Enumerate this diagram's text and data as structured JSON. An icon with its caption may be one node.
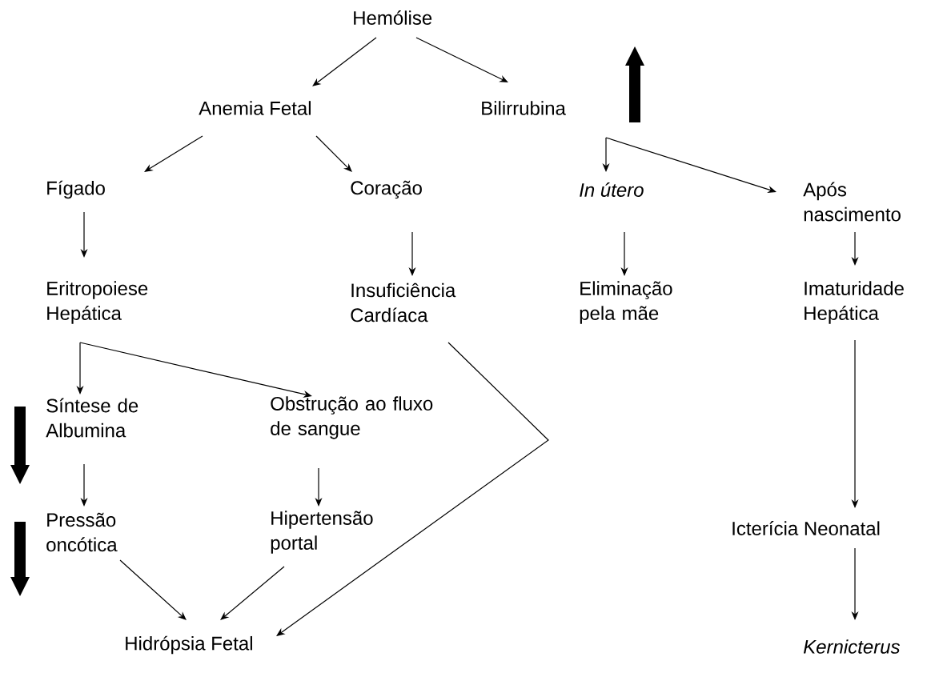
{
  "diagram": {
    "nodes": [
      {
        "text": [
          "Hemólise"
        ]
      },
      {
        "text": [
          "Anemia Fetal"
        ]
      },
      {
        "text": [
          "Bilirrubina"
        ]
      },
      {
        "text": [
          "Fígado"
        ]
      },
      {
        "text": [
          "Coração"
        ]
      },
      {
        "text": [
          "In útero"
        ]
      },
      {
        "text": [
          "Após nascimento"
        ]
      },
      {
        "text": [
          "Eritropoiese Hepática"
        ]
      },
      {
        "text": [
          "Insuficiência Cardíaca"
        ]
      },
      {
        "text": [
          "Eliminação pela mãe"
        ]
      },
      {
        "text": [
          "Imaturidade Hepática"
        ]
      },
      {
        "text": [
          "Síntese de Albumina"
        ]
      },
      {
        "text": [
          "Obstrução ao fluxo de sangue"
        ]
      },
      {
        "text": [
          "Pressão oncótica"
        ]
      },
      {
        "text": [
          "Hipertensão portal"
        ]
      },
      {
        "text": [
          "Icterícia Neonatal"
        ]
      },
      {
        "text": [
          "Hidrópsia Fetal"
        ]
      },
      {
        "text": [
          "Kernicterus"
        ]
      }
    ],
    "edges": [
      {
        "from": 0,
        "to": 1,
        "arrow": "to"
      },
      {
        "from": 0,
        "to": 2,
        "arrow": "to"
      },
      {
        "from": 1,
        "to": 3,
        "arrow": "to"
      },
      {
        "from": 1,
        "to": 4,
        "arrow": "to"
      },
      {
        "from": 2,
        "to": 5,
        "arrow": "to"
      },
      {
        "from": 2,
        "to": 6,
        "arrow": "to"
      },
      {
        "from": 3,
        "to": 7,
        "arrow": "to"
      },
      {
        "from": 4,
        "to": 8,
        "arrow": "to"
      },
      {
        "from": 5,
        "to": 9,
        "arrow": "to"
      },
      {
        "from": 6,
        "to": 10,
        "arrow": "to"
      },
      {
        "from": 7,
        "to": 11,
        "arrow": "to"
      },
      {
        "from": 7,
        "to": 12,
        "arrow": "to"
      },
      {
        "from": 8,
        "to": 16,
        "arrow": "to"
      },
      {
        "from": 11,
        "to": 13,
        "arrow": "to"
      },
      {
        "from": 12,
        "to": 14,
        "arrow": "to"
      },
      {
        "from": 13,
        "to": 16,
        "arrow": "to"
      },
      {
        "from": 14,
        "to": 16,
        "arrow": "to"
      },
      {
        "from": 10,
        "to": 15,
        "arrow": "to"
      },
      {
        "from": 15,
        "to": 17,
        "arrow": "to"
      }
    ]
  }
}
